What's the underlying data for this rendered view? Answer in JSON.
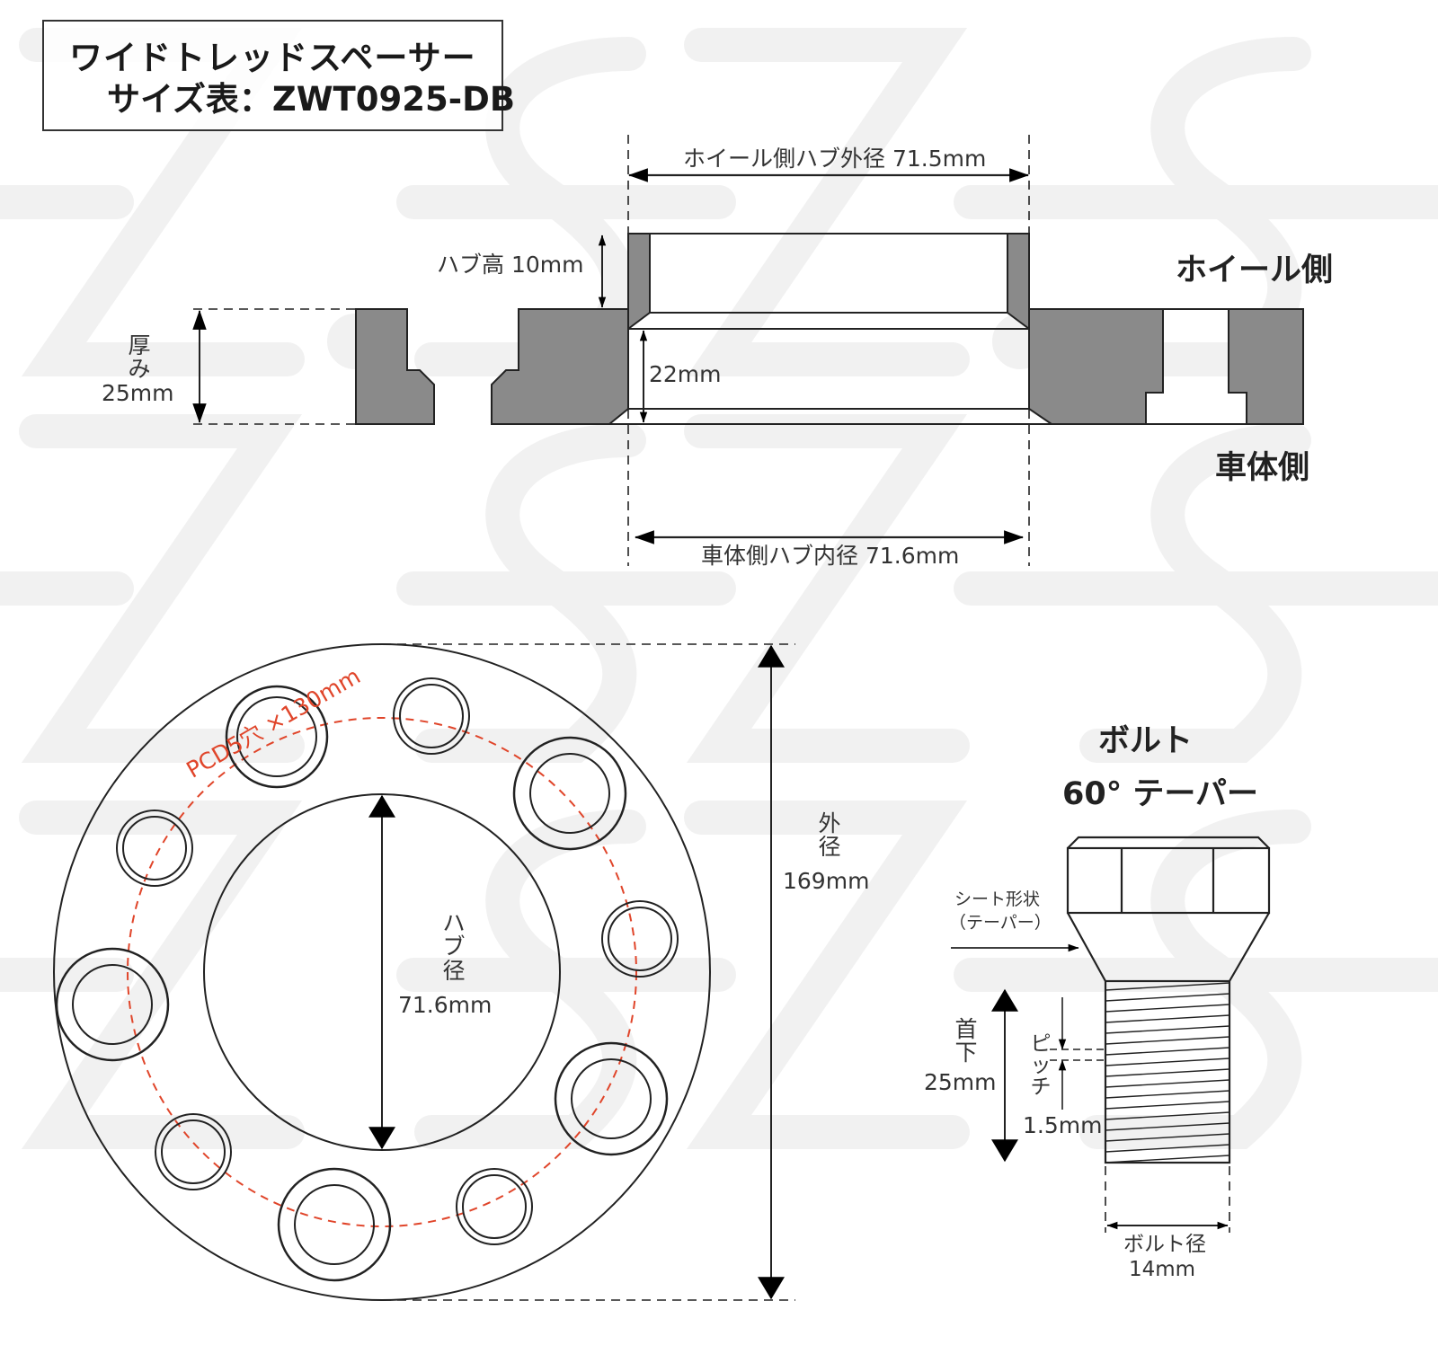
{
  "title": {
    "line1": "ワイドトレッドスペーサー",
    "line2": "サイズ表：ZWT0925-DB",
    "model": "ZWT0925-DB"
  },
  "cross_section": {
    "wheel_side_hub_outer_diameter": "ホイール側ハブ外径 71.5mm",
    "hub_height": "ハブ高 10mm",
    "thickness_label": "厚み",
    "thickness_value": "25mm",
    "inner_depth": "22mm",
    "body_side_hub_inner_diameter": "車体側ハブ内径  71.6mm",
    "wheel_side_label": "ホイール側",
    "body_side_label": "車体側"
  },
  "front_view": {
    "pcd_label": "PCD5穴 ×130mm",
    "hub_diameter_label": "ハブ径",
    "hub_diameter_value": "71.6mm",
    "outer_diameter_label": "外径",
    "outer_diameter_value": "169mm"
  },
  "bolt": {
    "title": "ボルト",
    "taper": "60° テーパー",
    "seat_shape_label": "シート形状",
    "seat_shape_value": "（テーパー）",
    "neck_length_label": "首下",
    "neck_length_value": "25mm",
    "pitch_label": "ピッチ",
    "pitch_value": "1.5mm",
    "bolt_diameter_label": "ボルト径",
    "bolt_diameter_value": "14mm"
  },
  "colors": {
    "fill_gray": "#8a8a8a",
    "line": "#222222",
    "pcd_red": "#e0452a",
    "watermark": "#f2f2f2"
  },
  "watermark_text": "Z.S."
}
